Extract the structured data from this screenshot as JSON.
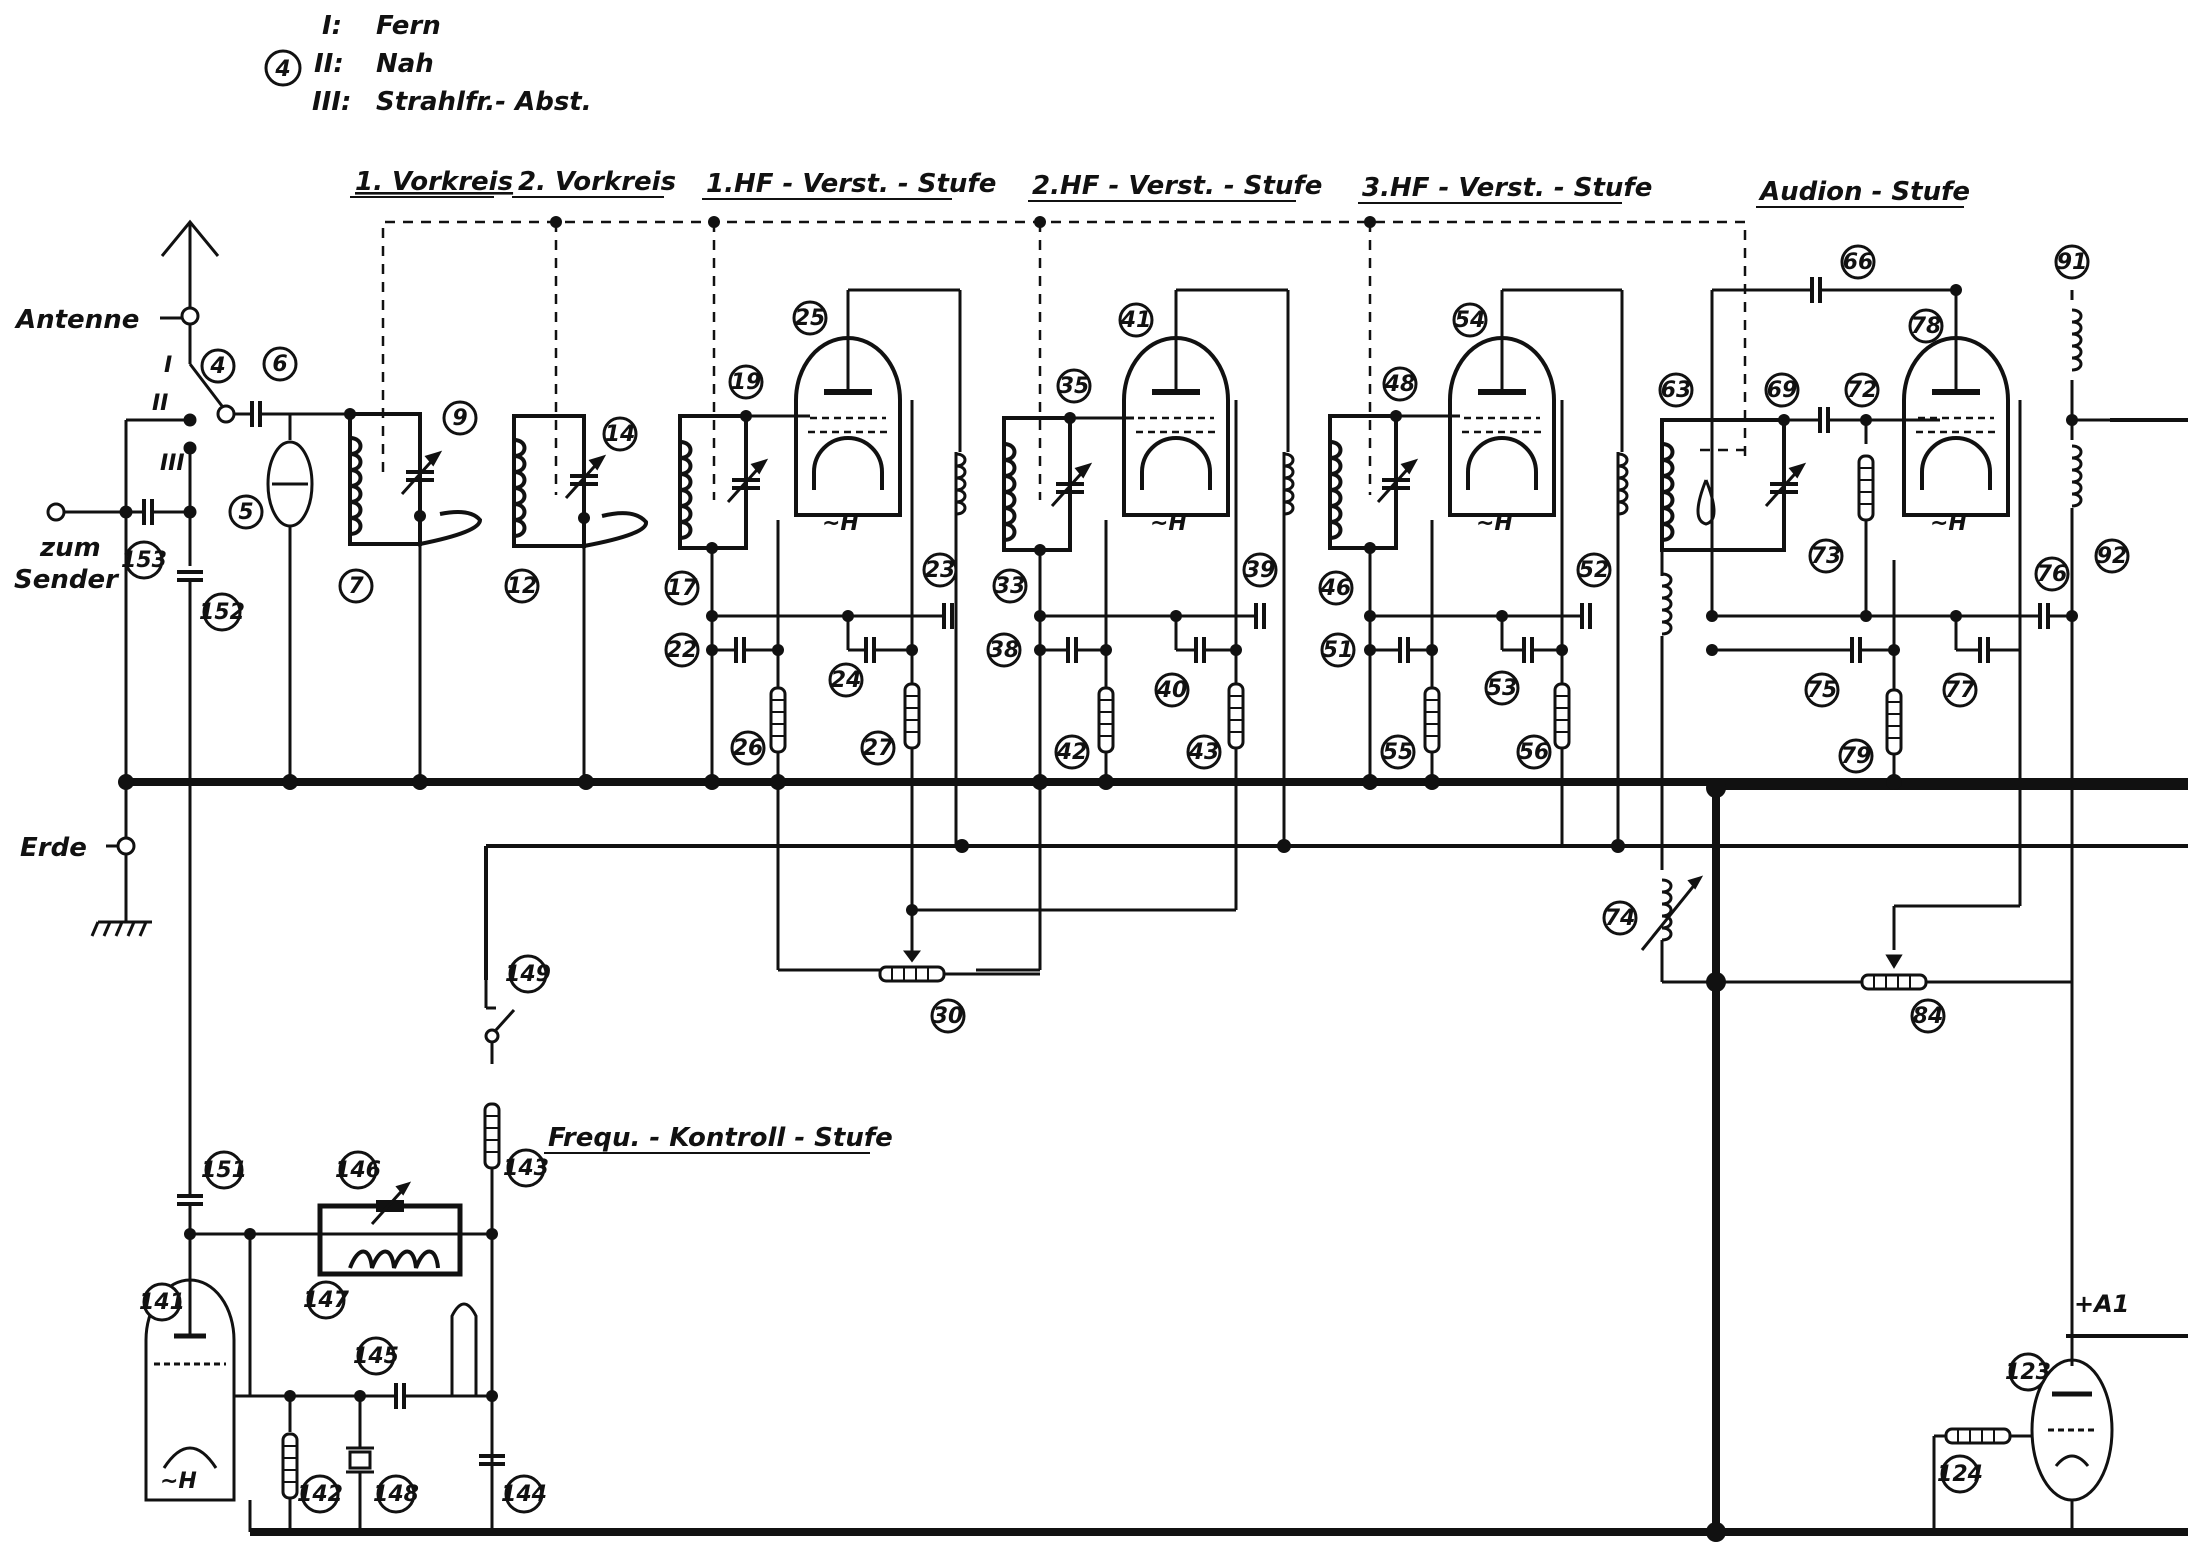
{
  "legend": {
    "circle_number": "4",
    "items": [
      {
        "roman": "I:",
        "text": "Fern"
      },
      {
        "roman": "II:",
        "text": "Nah"
      },
      {
        "roman": "III:",
        "text": "Strahlfr.- Abst."
      }
    ]
  },
  "stages": {
    "vorkreis1": "1. Vorkreis",
    "vorkreis2": "2. Vorkreis",
    "hf1": "1.HF - Verst. - Stufe",
    "hf2": "2.HF - Verst. - Stufe",
    "hf3": "3.HF - Verst. - Stufe",
    "audion": "Audion - Stufe",
    "frequ": "Frequ. - Kontroll - Stufe"
  },
  "terminals": {
    "antenne": "Antenne",
    "zum": "zum",
    "sender": "Sender",
    "erde": "Erde",
    "a1": "+A1"
  },
  "switch": {
    "i": "I",
    "ii": "II",
    "iii": "III"
  },
  "heater_label": "~H",
  "components": [
    "4",
    "5",
    "6",
    "7",
    "9",
    "12",
    "14",
    "17",
    "19",
    "22",
    "23",
    "24",
    "25",
    "26",
    "27",
    "30",
    "33",
    "35",
    "38",
    "39",
    "40",
    "41",
    "42",
    "43",
    "46",
    "48",
    "51",
    "52",
    "53",
    "54",
    "55",
    "56",
    "63",
    "66",
    "69",
    "72",
    "73",
    "74",
    "75",
    "76",
    "77",
    "78",
    "79",
    "84",
    "91",
    "92",
    "123",
    "124",
    "141",
    "142",
    "143",
    "144",
    "145",
    "146",
    "147",
    "148",
    "149",
    "151",
    "152",
    "153"
  ]
}
